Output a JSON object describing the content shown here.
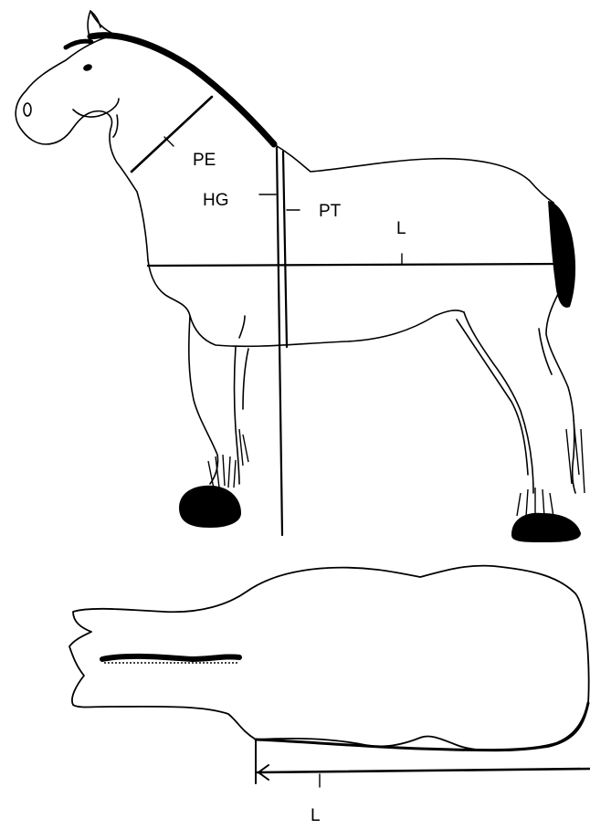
{
  "side_view": {
    "labels": {
      "pe": "PE",
      "hg": "HG",
      "pt": "PT",
      "l": "L"
    }
  },
  "top_view": {
    "labels": {
      "l": "L"
    }
  }
}
